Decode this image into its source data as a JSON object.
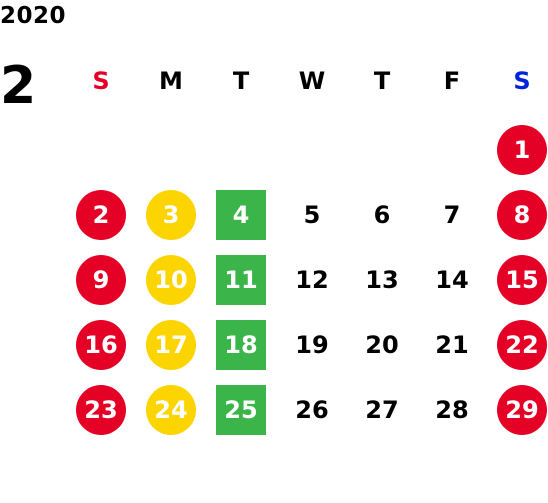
{
  "year": "2020",
  "month": "2",
  "colors": {
    "sunday": "#e60026",
    "saturday": "#0022dd",
    "holiday_red": "#e50025",
    "yellow": "#fcd400",
    "green": "#3bb44a",
    "text": "#000000"
  },
  "weekdays": [
    {
      "label": "S",
      "color": "#e60026"
    },
    {
      "label": "M",
      "color": "#000000"
    },
    {
      "label": "T",
      "color": "#000000"
    },
    {
      "label": "W",
      "color": "#000000"
    },
    {
      "label": "T",
      "color": "#000000"
    },
    {
      "label": "F",
      "color": "#000000"
    },
    {
      "label": "S",
      "color": "#0022dd"
    }
  ],
  "weeks": [
    [
      {
        "day": "",
        "style": "none"
      },
      {
        "day": "",
        "style": "none"
      },
      {
        "day": "",
        "style": "none"
      },
      {
        "day": "",
        "style": "none"
      },
      {
        "day": "",
        "style": "none"
      },
      {
        "day": "",
        "style": "none"
      },
      {
        "day": "1",
        "style": "red-circle"
      }
    ],
    [
      {
        "day": "2",
        "style": "red-circle"
      },
      {
        "day": "3",
        "style": "yellow-circle"
      },
      {
        "day": "4",
        "style": "green-square"
      },
      {
        "day": "5",
        "style": "none"
      },
      {
        "day": "6",
        "style": "none"
      },
      {
        "day": "7",
        "style": "none"
      },
      {
        "day": "8",
        "style": "red-circle"
      }
    ],
    [
      {
        "day": "9",
        "style": "red-circle"
      },
      {
        "day": "10",
        "style": "yellow-circle"
      },
      {
        "day": "11",
        "style": "green-square"
      },
      {
        "day": "12",
        "style": "none"
      },
      {
        "day": "13",
        "style": "none"
      },
      {
        "day": "14",
        "style": "none"
      },
      {
        "day": "15",
        "style": "red-circle"
      }
    ],
    [
      {
        "day": "16",
        "style": "red-circle"
      },
      {
        "day": "17",
        "style": "yellow-circle"
      },
      {
        "day": "18",
        "style": "green-square"
      },
      {
        "day": "19",
        "style": "none"
      },
      {
        "day": "20",
        "style": "none"
      },
      {
        "day": "21",
        "style": "none"
      },
      {
        "day": "22",
        "style": "red-circle"
      }
    ],
    [
      {
        "day": "23",
        "style": "red-circle"
      },
      {
        "day": "24",
        "style": "yellow-circle"
      },
      {
        "day": "25",
        "style": "green-square"
      },
      {
        "day": "26",
        "style": "none"
      },
      {
        "day": "27",
        "style": "none"
      },
      {
        "day": "28",
        "style": "none"
      },
      {
        "day": "29",
        "style": "red-circle"
      }
    ]
  ]
}
